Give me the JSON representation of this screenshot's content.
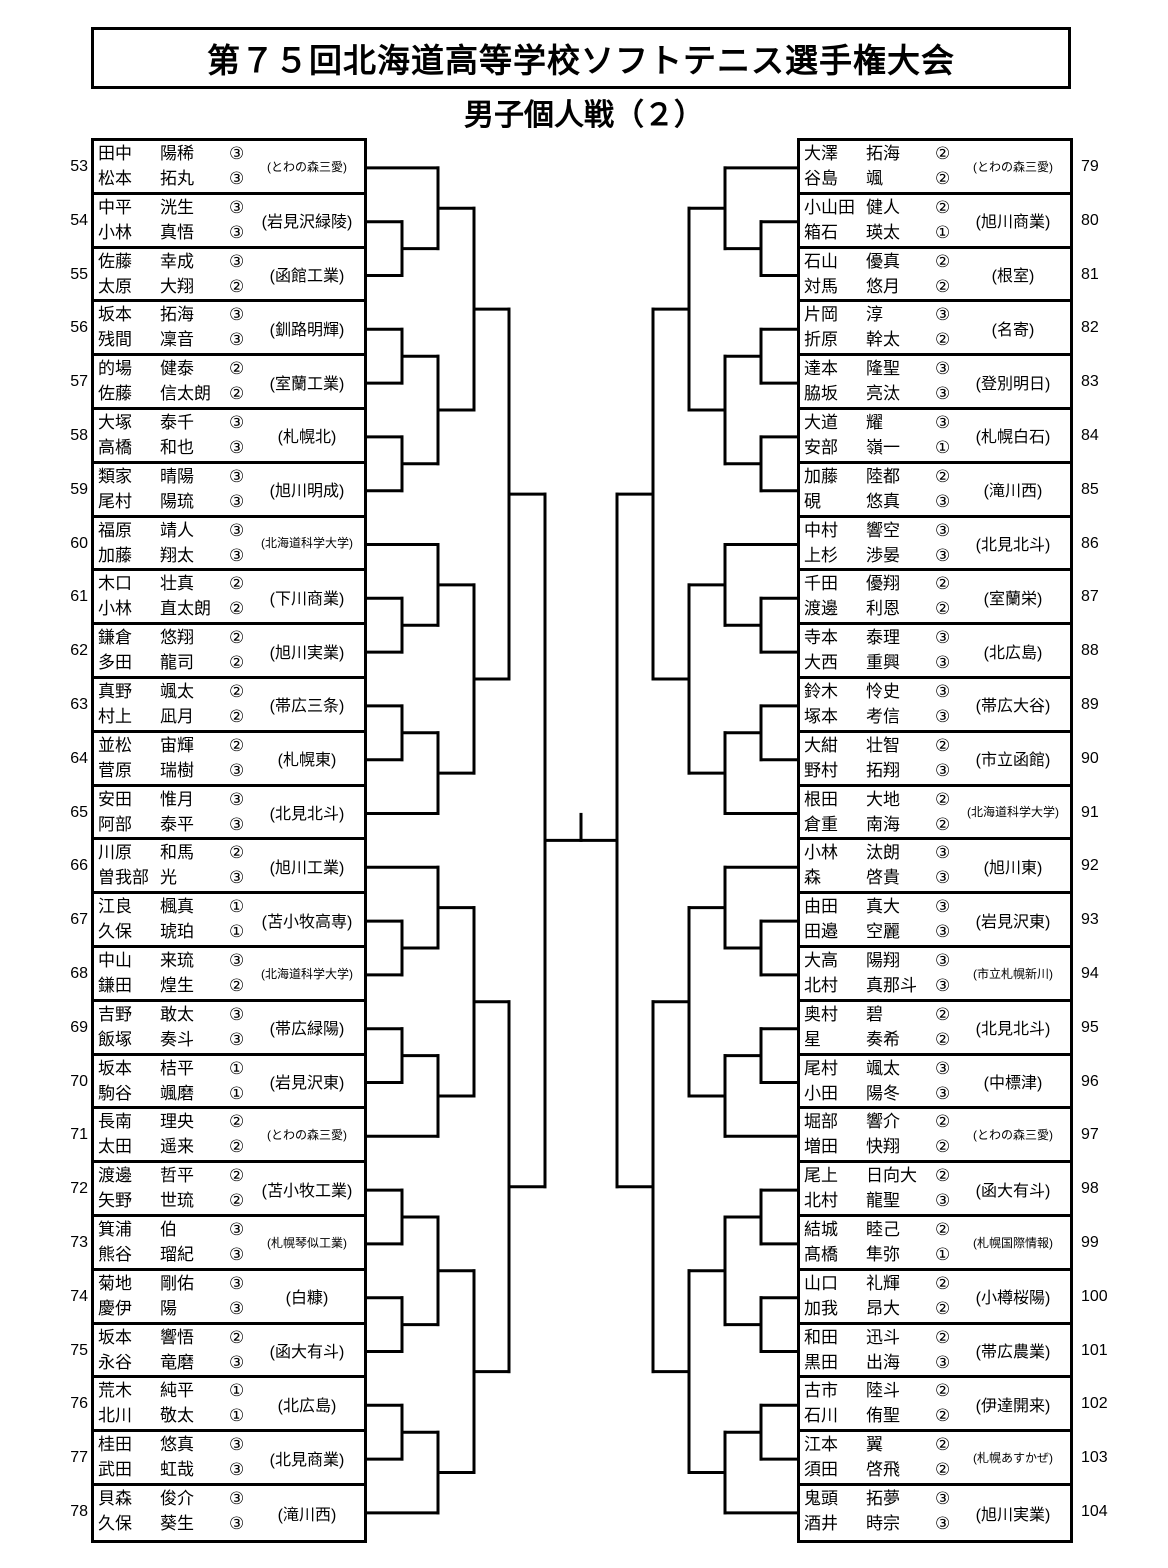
{
  "title": "第７５回北海道高等学校ソフトテニス選手権大会",
  "subtitle": "男子個人戦（２）",
  "left": [
    {
      "no": "53",
      "players": [
        [
          "田中",
          "陽稀",
          "③"
        ],
        [
          "松本",
          "拓丸",
          "③"
        ]
      ],
      "school": "(とわの森三愛)"
    },
    {
      "no": "54",
      "players": [
        [
          "中平",
          "洸生",
          "③"
        ],
        [
          "小林",
          "真悟",
          "③"
        ]
      ],
      "school": "(岩見沢緑陵)"
    },
    {
      "no": "55",
      "players": [
        [
          "佐藤",
          "幸成",
          "③"
        ],
        [
          "太原",
          "大翔",
          "②"
        ]
      ],
      "school": "(函館工業)"
    },
    {
      "no": "56",
      "players": [
        [
          "坂本",
          "拓海",
          "③"
        ],
        [
          "残間",
          "凜音",
          "③"
        ]
      ],
      "school": "(釧路明輝)"
    },
    {
      "no": "57",
      "players": [
        [
          "的場",
          "健泰",
          "②"
        ],
        [
          "佐藤",
          "信太朗",
          "②"
        ]
      ],
      "school": "(室蘭工業)"
    },
    {
      "no": "58",
      "players": [
        [
          "大塚",
          "泰千",
          "③"
        ],
        [
          "高橋",
          "和也",
          "③"
        ]
      ],
      "school": "(札幌北)"
    },
    {
      "no": "59",
      "players": [
        [
          "類家",
          "晴陽",
          "③"
        ],
        [
          "尾村",
          "陽琉",
          "③"
        ]
      ],
      "school": "(旭川明成)"
    },
    {
      "no": "60",
      "players": [
        [
          "福原",
          "靖人",
          "③"
        ],
        [
          "加藤",
          "翔太",
          "③"
        ]
      ],
      "school": "(北海道科学大学)"
    },
    {
      "no": "61",
      "players": [
        [
          "木口",
          "壮真",
          "②"
        ],
        [
          "小林",
          "直太朗",
          "②"
        ]
      ],
      "school": "(下川商業)"
    },
    {
      "no": "62",
      "players": [
        [
          "鎌倉",
          "悠翔",
          "②"
        ],
        [
          "多田",
          "龍司",
          "②"
        ]
      ],
      "school": "(旭川実業)"
    },
    {
      "no": "63",
      "players": [
        [
          "真野",
          "颯太",
          "②"
        ],
        [
          "村上",
          "凪月",
          "②"
        ]
      ],
      "school": "(帯広三条)"
    },
    {
      "no": "64",
      "players": [
        [
          "並松",
          "宙輝",
          "②"
        ],
        [
          "菅原",
          "瑞樹",
          "③"
        ]
      ],
      "school": "(札幌東)"
    },
    {
      "no": "65",
      "players": [
        [
          "安田",
          "惟月",
          "③"
        ],
        [
          "阿部",
          "泰平",
          "③"
        ]
      ],
      "school": "(北見北斗)"
    },
    {
      "no": "66",
      "players": [
        [
          "川原",
          "和馬",
          "②"
        ],
        [
          "曽我部",
          "光",
          "③"
        ]
      ],
      "school": "(旭川工業)"
    },
    {
      "no": "67",
      "players": [
        [
          "江良",
          "楓真",
          "①"
        ],
        [
          "久保",
          "琥珀",
          "①"
        ]
      ],
      "school": "(苫小牧高専)"
    },
    {
      "no": "68",
      "players": [
        [
          "中山",
          "来琉",
          "③"
        ],
        [
          "鎌田",
          "煌生",
          "②"
        ]
      ],
      "school": "(北海道科学大学)"
    },
    {
      "no": "69",
      "players": [
        [
          "吉野",
          "敢太",
          "③"
        ],
        [
          "飯塚",
          "奏斗",
          "③"
        ]
      ],
      "school": "(帯広緑陽)"
    },
    {
      "no": "70",
      "players": [
        [
          "坂本",
          "桔平",
          "①"
        ],
        [
          "駒谷",
          "颯磨",
          "①"
        ]
      ],
      "school": "(岩見沢東)"
    },
    {
      "no": "71",
      "players": [
        [
          "長南",
          "理央",
          "②"
        ],
        [
          "太田",
          "遥来",
          "②"
        ]
      ],
      "school": "(とわの森三愛)"
    },
    {
      "no": "72",
      "players": [
        [
          "渡邊",
          "哲平",
          "②"
        ],
        [
          "矢野",
          "世琉",
          "②"
        ]
      ],
      "school": "(苫小牧工業)"
    },
    {
      "no": "73",
      "players": [
        [
          "箕浦",
          "伯",
          "③"
        ],
        [
          "熊谷",
          "瑠紀",
          "③"
        ]
      ],
      "school": "(札幌琴似工業)"
    },
    {
      "no": "74",
      "players": [
        [
          "菊地",
          "剛佑",
          "③"
        ],
        [
          "慶伊",
          "陽",
          "③"
        ]
      ],
      "school": "(白糠)"
    },
    {
      "no": "75",
      "players": [
        [
          "坂本",
          "響悟",
          "②"
        ],
        [
          "永谷",
          "竜磨",
          "③"
        ]
      ],
      "school": "(函大有斗)"
    },
    {
      "no": "76",
      "players": [
        [
          "荒木",
          "純平",
          "①"
        ],
        [
          "北川",
          "敬太",
          "①"
        ]
      ],
      "school": "(北広島)"
    },
    {
      "no": "77",
      "players": [
        [
          "桂田",
          "悠真",
          "③"
        ],
        [
          "武田",
          "虹哉",
          "③"
        ]
      ],
      "school": "(北見商業)"
    },
    {
      "no": "78",
      "players": [
        [
          "貝森",
          "俊介",
          "③"
        ],
        [
          "久保",
          "葵生",
          "③"
        ]
      ],
      "school": "(滝川西)"
    }
  ],
  "right": [
    {
      "no": "79",
      "players": [
        [
          "大澤",
          "拓海",
          "②"
        ],
        [
          "谷島",
          "颯",
          "②"
        ]
      ],
      "school": "(とわの森三愛)"
    },
    {
      "no": "80",
      "players": [
        [
          "小山田",
          "健人",
          "②"
        ],
        [
          "箱石",
          "瑛太",
          "①"
        ]
      ],
      "school": "(旭川商業)"
    },
    {
      "no": "81",
      "players": [
        [
          "石山",
          "優真",
          "②"
        ],
        [
          "対馬",
          "悠月",
          "②"
        ]
      ],
      "school": "(根室)"
    },
    {
      "no": "82",
      "players": [
        [
          "片岡",
          "淳",
          "③"
        ],
        [
          "折原",
          "幹太",
          "②"
        ]
      ],
      "school": "(名寄)"
    },
    {
      "no": "83",
      "players": [
        [
          "達本",
          "隆聖",
          "③"
        ],
        [
          "脇坂",
          "亮汰",
          "③"
        ]
      ],
      "school": "(登別明日)"
    },
    {
      "no": "84",
      "players": [
        [
          "大道",
          "耀",
          "③"
        ],
        [
          "安部",
          "嶺一",
          "①"
        ]
      ],
      "school": "(札幌白石)"
    },
    {
      "no": "85",
      "players": [
        [
          "加藤",
          "陸都",
          "②"
        ],
        [
          "硯",
          "悠真",
          "③"
        ]
      ],
      "school": "(滝川西)"
    },
    {
      "no": "86",
      "players": [
        [
          "中村",
          "響空",
          "③"
        ],
        [
          "上杉",
          "渉晏",
          "③"
        ]
      ],
      "school": "(北見北斗)"
    },
    {
      "no": "87",
      "players": [
        [
          "千田",
          "優翔",
          "②"
        ],
        [
          "渡邊",
          "利恩",
          "②"
        ]
      ],
      "school": "(室蘭栄)"
    },
    {
      "no": "88",
      "players": [
        [
          "寺本",
          "泰理",
          "③"
        ],
        [
          "大西",
          "重興",
          "③"
        ]
      ],
      "school": "(北広島)"
    },
    {
      "no": "89",
      "players": [
        [
          "鈴木",
          "怜史",
          "③"
        ],
        [
          "塚本",
          "考信",
          "③"
        ]
      ],
      "school": "(帯広大谷)"
    },
    {
      "no": "90",
      "players": [
        [
          "大紺",
          "壮智",
          "②"
        ],
        [
          "野村",
          "拓翔",
          "③"
        ]
      ],
      "school": "(市立函館)"
    },
    {
      "no": "91",
      "players": [
        [
          "根田",
          "大地",
          "②"
        ],
        [
          "倉重",
          "南海",
          "②"
        ]
      ],
      "school": "(北海道科学大学)"
    },
    {
      "no": "92",
      "players": [
        [
          "小林",
          "汰朗",
          "③"
        ],
        [
          "森",
          "啓貴",
          "③"
        ]
      ],
      "school": "(旭川東)"
    },
    {
      "no": "93",
      "players": [
        [
          "由田",
          "真大",
          "③"
        ],
        [
          "田邉",
          "空麗",
          "③"
        ]
      ],
      "school": "(岩見沢東)"
    },
    {
      "no": "94",
      "players": [
        [
          "大高",
          "陽翔",
          "③"
        ],
        [
          "北村",
          "真那斗",
          "③"
        ]
      ],
      "school": "(市立札幌新川)"
    },
    {
      "no": "95",
      "players": [
        [
          "奥村",
          "碧",
          "②"
        ],
        [
          "星",
          "奏希",
          "②"
        ]
      ],
      "school": "(北見北斗)"
    },
    {
      "no": "96",
      "players": [
        [
          "尾村",
          "颯太",
          "③"
        ],
        [
          "小田",
          "陽冬",
          "③"
        ]
      ],
      "school": "(中標津)"
    },
    {
      "no": "97",
      "players": [
        [
          "堀部",
          "響介",
          "②"
        ],
        [
          "増田",
          "快翔",
          "②"
        ]
      ],
      "school": "(とわの森三愛)"
    },
    {
      "no": "98",
      "players": [
        [
          "尾上",
          "日向大",
          "②"
        ],
        [
          "北村",
          "龍聖",
          "③"
        ]
      ],
      "school": "(函大有斗)"
    },
    {
      "no": "99",
      "players": [
        [
          "結城",
          "睦己",
          "②"
        ],
        [
          "髙橋",
          "隼弥",
          "①"
        ]
      ],
      "school": "(札幌国際情報)"
    },
    {
      "no": "100",
      "players": [
        [
          "山口",
          "礼輝",
          "②"
        ],
        [
          "加我",
          "昂大",
          "②"
        ]
      ],
      "school": "(小樽桜陽)"
    },
    {
      "no": "101",
      "players": [
        [
          "和田",
          "迅斗",
          "②"
        ],
        [
          "黒田",
          "出海",
          "③"
        ]
      ],
      "school": "(帯広農業)"
    },
    {
      "no": "102",
      "players": [
        [
          "古市",
          "陸斗",
          "②"
        ],
        [
          "石川",
          "侑聖",
          "②"
        ]
      ],
      "school": "(伊達開来)"
    },
    {
      "no": "103",
      "players": [
        [
          "江本",
          "翼",
          "②"
        ],
        [
          "須田",
          "啓飛",
          "②"
        ]
      ],
      "school": "(札幌あすかぜ)"
    },
    {
      "no": "104",
      "players": [
        [
          "鬼頭",
          "拓夢",
          "③"
        ],
        [
          "酒井",
          "時宗",
          "③"
        ]
      ],
      "school": "(旭川実業)"
    }
  ],
  "bracket": {
    "left": [
      [
        [
          [
            53,
            [
              54,
              55
            ]
          ],
          [
            [
              56,
              57
            ],
            [
              58,
              59
            ]
          ]
        ],
        [
          [
            60,
            [
              61,
              62
            ]
          ],
          [
            [
              63,
              64
            ],
            65
          ]
        ]
      ],
      [
        [
          [
            66,
            [
              67,
              68
            ]
          ],
          [
            [
              69,
              70
            ],
            71
          ]
        ],
        [
          [
            [
              72,
              73
            ],
            [
              74,
              75
            ]
          ],
          [
            [
              76,
              77
            ],
            78
          ]
        ]
      ]
    ],
    "right": [
      [
        [
          [
            79,
            [
              80,
              81
            ]
          ],
          [
            [
              82,
              83
            ],
            [
              84,
              85
            ]
          ]
        ],
        [
          [
            86,
            [
              87,
              88
            ]
          ],
          [
            [
              89,
              90
            ],
            91
          ]
        ]
      ],
      [
        [
          [
            92,
            [
              93,
              94
            ]
          ],
          [
            [
              95,
              96
            ],
            97
          ]
        ],
        [
          [
            [
              98,
              99
            ],
            [
              100,
              101
            ]
          ],
          [
            [
              102,
              103
            ],
            104
          ]
        ]
      ]
    ]
  }
}
